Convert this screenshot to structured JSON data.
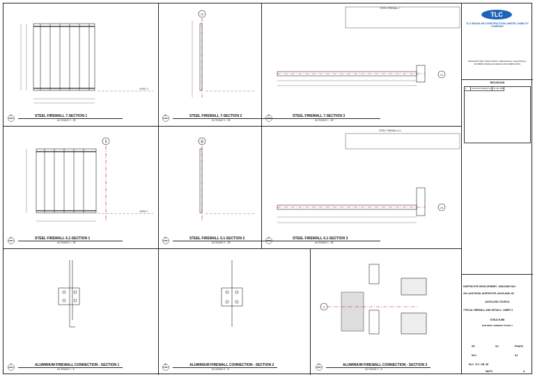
{
  "panels": [
    {
      "num": "1",
      "sheet": "A461",
      "title": "STEEL FIREWALL 7-SECTION 1",
      "scale": "A1 SCALE   1 : 25"
    },
    {
      "num": "2",
      "sheet": "A461",
      "title": "STEEL FIREWALL 7-SECTION 2",
      "scale": "A1 SCALE   1 : 25"
    },
    {
      "num": "3",
      "sheet": "A461",
      "title": "STEEL FIREWALL 7-SECTION 3",
      "scale": "A1 SCALE   1 : 25"
    },
    {
      "num": "4",
      "sheet": "A461",
      "title": "STEEL FIREWALL 6.1-SECTION 1",
      "scale": "A1 SCALE   1 : 25"
    },
    {
      "num": "5",
      "sheet": "A461",
      "title": "STEEL FIREWALL 6.1-SECTION 2",
      "scale": "A1 SCALE   1 : 25"
    },
    {
      "num": "6",
      "sheet": "A461",
      "title": "STEEL FIREWALL 6.1-SECTION 3",
      "scale": "A1 SCALE   1 : 25"
    },
    {
      "num": "7",
      "sheet": "A461",
      "title": "ALUMINIUM  FIREWALL CONNECTION - SECTION 1",
      "scale": "A1 SCALE   1 : 5"
    },
    {
      "num": "8",
      "sheet": "A461",
      "title": "ALUMINIUM  FIREWALL CONNECTION - SECTION 2",
      "scale": "A1 SCALE   1 : 5"
    },
    {
      "num": "9",
      "sheet": "A461",
      "title": "ALUMINIUM  FIREWALL CONNECTION - SECTION 3",
      "scale": "A1 SCALE   1 : 5"
    }
  ],
  "grid_marks": {
    "a": "13",
    "b": "8",
    "c": "13",
    "d": "13",
    "e": "4"
  },
  "schedules": {
    "top_title": "STEEL FIREWALL 7",
    "mid_title": "STEEL FIREWALL 6.1"
  },
  "levels": {
    "l1": "LEVEL 1",
    "l2": "LEVEL 2"
  },
  "title_block": {
    "logo": "TLC",
    "company": "TLC MODULAR CONSTRUCTION LIMITED LIABILITY COMPANY",
    "services": "ARCHITECTURE / STRUCTURAL / MECHANICAL / ELECTRICAL / PLUMBING MODULAR DESIGN AND FABRICATION",
    "revisions_title": "REVISIONS",
    "rev_row": {
      "no": "1",
      "desc": "Issued for Building Consent",
      "date": "21 Apr 2024"
    },
    "project": "NORTHCOTE DEVELOPMENT - BUILDING N10",
    "address": "232 LAKE ROAD, NORTHCOTE, AUCKLAND, NZ",
    "council": "AUCKLAND COUNCIL",
    "sheet_title": "TYPICAL FIREWALL AND DETAILS - SHEET 3",
    "discipline": "STRUCTURE",
    "stage": "BUILDING CONSENT STAGE 3",
    "drawn": "ZD",
    "checked": "XU",
    "approved": "PHUOC",
    "client": "NLC",
    "size": "A1",
    "drawing_no": "NLC_TLC_DR_38",
    "sheet_no": "S8270",
    "rev": "A"
  }
}
